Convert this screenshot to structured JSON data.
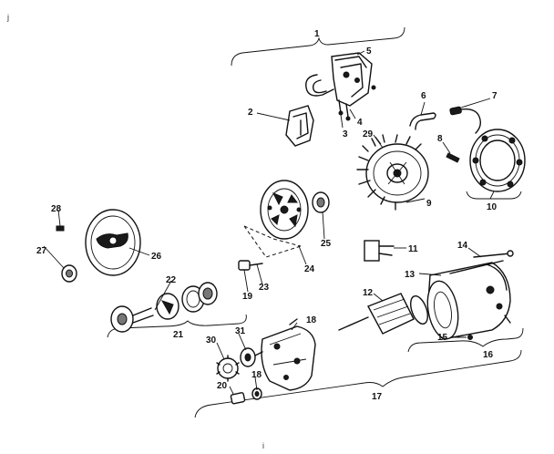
{
  "diagram": {
    "stray_marks": [
      "j",
      "i"
    ],
    "callouts": [
      {
        "id": "c1",
        "text": "1"
      },
      {
        "id": "c2",
        "text": "2"
      },
      {
        "id": "c3",
        "text": "3"
      },
      {
        "id": "c4",
        "text": "4"
      },
      {
        "id": "c5",
        "text": "5"
      },
      {
        "id": "c6",
        "text": "6"
      },
      {
        "id": "c7",
        "text": "7"
      },
      {
        "id": "c8",
        "text": "8"
      },
      {
        "id": "c9",
        "text": "9"
      },
      {
        "id": "c10",
        "text": "10"
      },
      {
        "id": "c11",
        "text": "11"
      },
      {
        "id": "c12",
        "text": "12"
      },
      {
        "id": "c13",
        "text": "13"
      },
      {
        "id": "c14",
        "text": "14"
      },
      {
        "id": "c15",
        "text": "15"
      },
      {
        "id": "c16",
        "text": "16"
      },
      {
        "id": "c17",
        "text": "17"
      },
      {
        "id": "c18a",
        "text": "18"
      },
      {
        "id": "c18b",
        "text": "18"
      },
      {
        "id": "c19",
        "text": "19"
      },
      {
        "id": "c20",
        "text": "20"
      },
      {
        "id": "c21",
        "text": "21"
      },
      {
        "id": "c22",
        "text": "22"
      },
      {
        "id": "c23",
        "text": "23"
      },
      {
        "id": "c24",
        "text": "24"
      },
      {
        "id": "c25",
        "text": "25"
      },
      {
        "id": "c26",
        "text": "26"
      },
      {
        "id": "c27",
        "text": "27"
      },
      {
        "id": "c28",
        "text": "28"
      },
      {
        "id": "c29",
        "text": "29"
      },
      {
        "id": "c30",
        "text": "30"
      },
      {
        "id": "c31",
        "text": "31"
      }
    ]
  }
}
